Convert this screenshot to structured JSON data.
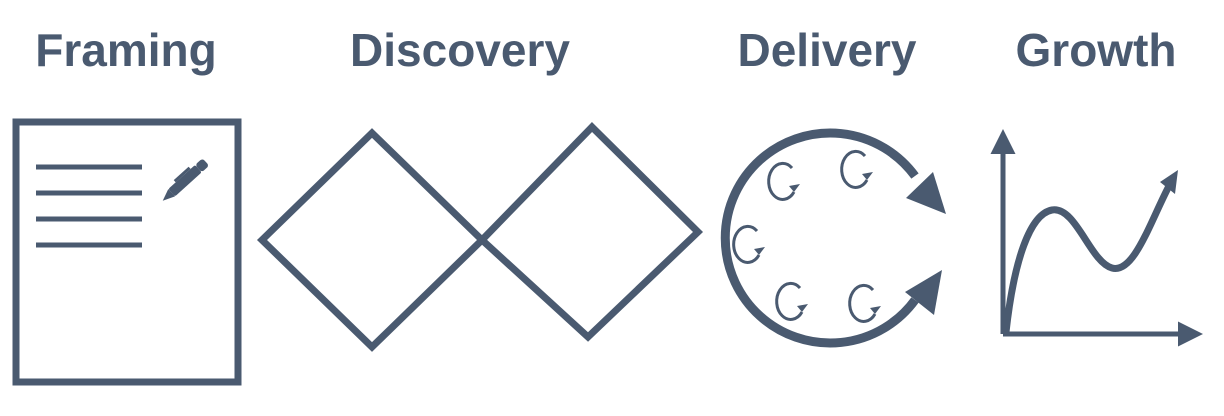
{
  "stages": [
    {
      "id": "framing",
      "label": "Framing"
    },
    {
      "id": "discovery",
      "label": "Discovery"
    },
    {
      "id": "delivery",
      "label": "Delivery"
    },
    {
      "id": "growth",
      "label": "Growth"
    }
  ],
  "colors": {
    "stroke": "#4a5a70",
    "label": "#4a5a70",
    "background": "#ffffff"
  },
  "icons": {
    "framing": "document-with-pen-icon",
    "discovery": "double-diamond-icon",
    "delivery": "iteration-cycle-icon",
    "growth": "growth-curve-icon"
  }
}
